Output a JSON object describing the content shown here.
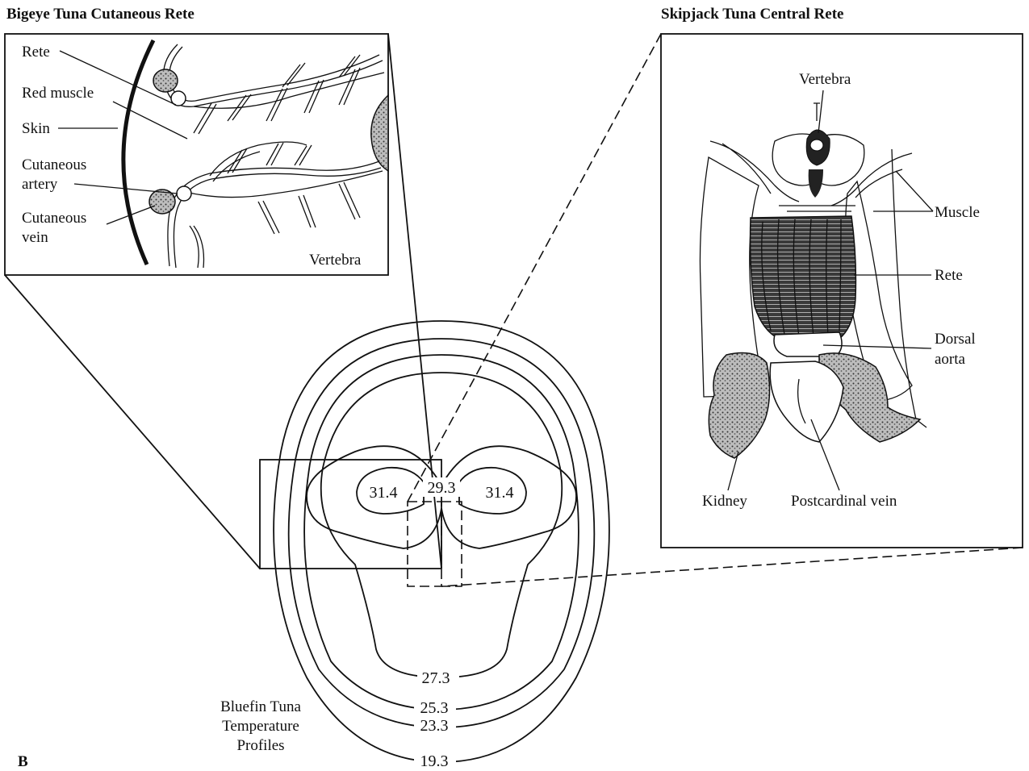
{
  "figure_letter": "B",
  "bigeye_panel": {
    "title": "Bigeye Tuna Cutaneous Rete",
    "labels": {
      "rete": "Rete",
      "red_muscle": "Red muscle",
      "skin": "Skin",
      "cutaneous_artery_1": "Cutaneous",
      "cutaneous_artery_2": "artery",
      "cutaneous_vein_1": "Cutaneous",
      "cutaneous_vein_2": "vein",
      "vertebra": "Vertebra"
    }
  },
  "skipjack_panel": {
    "title": "Skipjack Tuna Central Rete",
    "labels": {
      "vertebra": "Vertebra",
      "muscle": "Muscle",
      "rete": "Rete",
      "dorsal_aorta_1": "Dorsal",
      "dorsal_aorta_2": "aorta",
      "kidney": "Kidney",
      "postcardinal_vein": "Postcardinal vein"
    }
  },
  "bluefin_profile": {
    "caption_1": "Bluefin Tuna",
    "caption_2": "Temperature",
    "caption_3": "Profiles",
    "isotherms": {
      "core_left": "31.4",
      "core_right": "31.4",
      "center": "29.3",
      "t27": "27.3",
      "t25": "25.3",
      "t23": "23.3",
      "t19": "19.3"
    }
  }
}
